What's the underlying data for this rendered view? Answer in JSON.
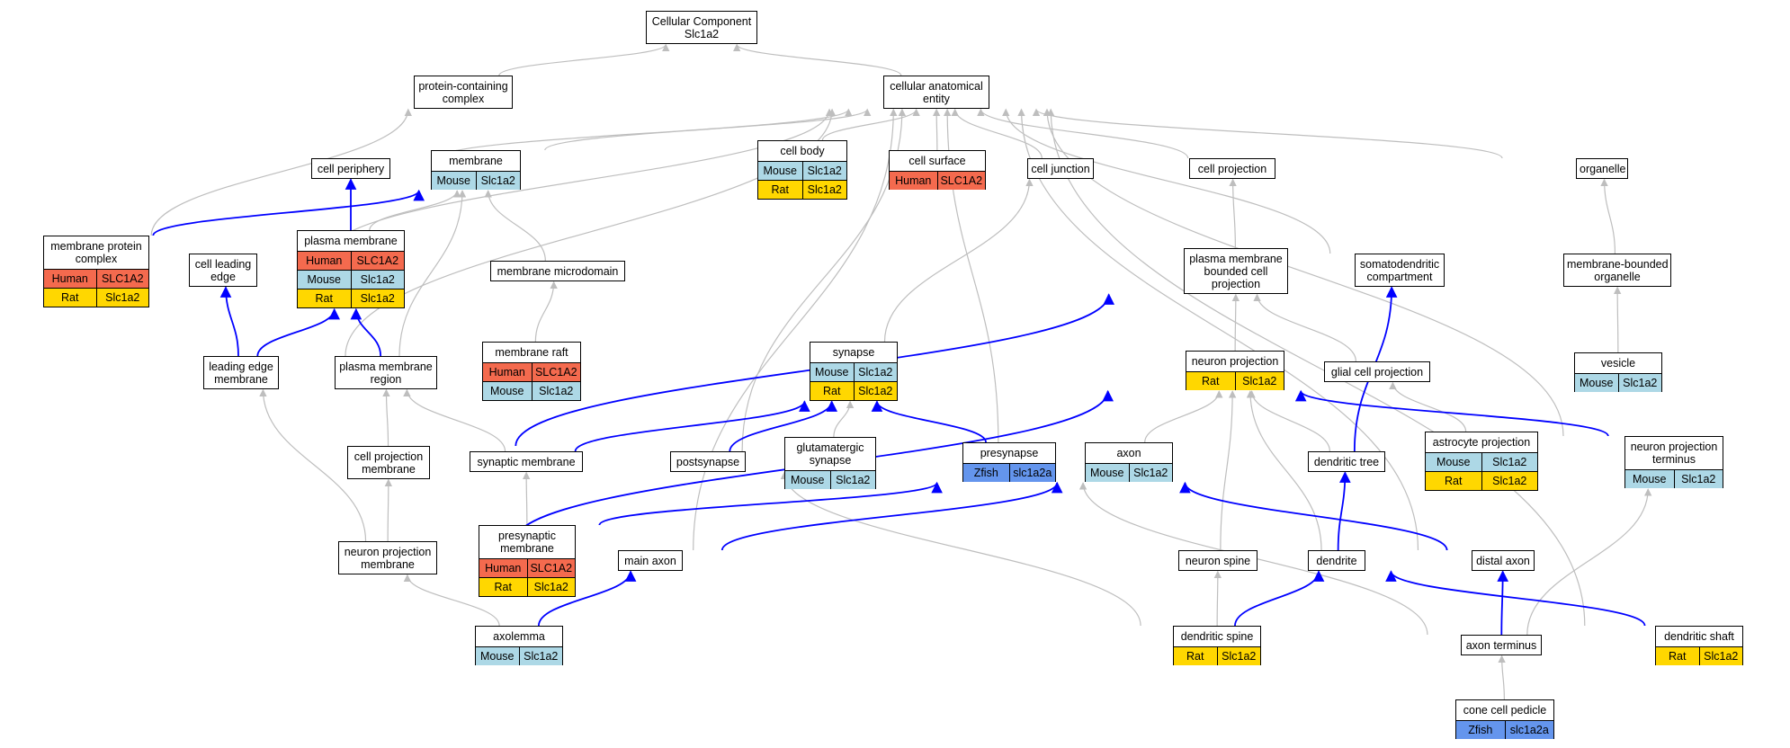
{
  "colors": {
    "Human": "#f46a4e",
    "Mouse": "#add8e6",
    "Rat": "#ffd700",
    "Zfish": "#6495ed",
    "edge_gray": "#bebebe",
    "edge_blue": "#0000ff"
  },
  "nodes": {
    "cc": {
      "lines": [
        "Cellular Component",
        "Slc1a2"
      ],
      "rows": []
    },
    "pcc": {
      "lines": [
        "protein-containing",
        "complex"
      ],
      "rows": []
    },
    "cae": {
      "lines": [
        "cellular anatomical",
        "entity"
      ],
      "rows": []
    },
    "cellperiph": {
      "lines": [
        "cell periphery"
      ],
      "rows": []
    },
    "membrane": {
      "lines": [
        "membrane"
      ],
      "rows": [
        [
          "Mouse",
          "Slc1a2"
        ]
      ]
    },
    "cellbody": {
      "lines": [
        "cell body"
      ],
      "rows": [
        [
          "Mouse",
          "Slc1a2"
        ],
        [
          "Rat",
          "Slc1a2"
        ]
      ]
    },
    "cellsurface": {
      "lines": [
        "cell surface"
      ],
      "rows": [
        [
          "Human",
          "SLC1A2"
        ]
      ]
    },
    "celljunction": {
      "lines": [
        "cell junction"
      ],
      "rows": []
    },
    "cellproj": {
      "lines": [
        "cell projection"
      ],
      "rows": []
    },
    "organelle": {
      "lines": [
        "organelle"
      ],
      "rows": []
    },
    "mpc": {
      "lines": [
        "membrane protein",
        "complex"
      ],
      "rows": [
        [
          "Human",
          "SLC1A2"
        ],
        [
          "Rat",
          "Slc1a2"
        ]
      ]
    },
    "cle": {
      "lines": [
        "cell leading",
        "edge"
      ],
      "rows": []
    },
    "pm": {
      "lines": [
        "plasma membrane"
      ],
      "rows": [
        [
          "Human",
          "SLC1A2"
        ],
        [
          "Mouse",
          "Slc1a2"
        ],
        [
          "Rat",
          "Slc1a2"
        ]
      ]
    },
    "mmd": {
      "lines": [
        "membrane microdomain"
      ],
      "rows": []
    },
    "pmbcp": {
      "lines": [
        "plasma membrane",
        "bounded cell",
        "projection"
      ],
      "rows": []
    },
    "sdc": {
      "lines": [
        "somatodendritic",
        "compartment"
      ],
      "rows": []
    },
    "mbo": {
      "lines": [
        "membrane-bounded",
        "organelle"
      ],
      "rows": []
    },
    "mraft": {
      "lines": [
        "membrane raft"
      ],
      "rows": [
        [
          "Human",
          "SLC1A2"
        ],
        [
          "Mouse",
          "Slc1a2"
        ]
      ]
    },
    "synapse": {
      "lines": [
        "synapse"
      ],
      "rows": [
        [
          "Mouse",
          "Slc1a2"
        ],
        [
          "Rat",
          "Slc1a2"
        ]
      ]
    },
    "nproj": {
      "lines": [
        "neuron projection"
      ],
      "rows": [
        [
          "Rat",
          "Slc1a2"
        ]
      ]
    },
    "glialproj": {
      "lines": [
        "glial cell projection"
      ],
      "rows": []
    },
    "vesicle": {
      "lines": [
        "vesicle"
      ],
      "rows": [
        [
          "Mouse",
          "Slc1a2"
        ]
      ]
    },
    "lem": {
      "lines": [
        "leading edge",
        "membrane"
      ],
      "rows": []
    },
    "pmr": {
      "lines": [
        "plasma membrane",
        "region"
      ],
      "rows": []
    },
    "glutsyn": {
      "lines": [
        "glutamatergic",
        "synapse"
      ],
      "rows": [
        [
          "Mouse",
          "Slc1a2"
        ]
      ]
    },
    "presyn": {
      "lines": [
        "presynapse"
      ],
      "rows": [
        [
          "Zfish",
          "slc1a2a"
        ]
      ]
    },
    "axon": {
      "lines": [
        "axon"
      ],
      "rows": [
        [
          "Mouse",
          "Slc1a2"
        ]
      ]
    },
    "astroproj": {
      "lines": [
        "astrocyte projection"
      ],
      "rows": [
        [
          "Mouse",
          "Slc1a2"
        ],
        [
          "Rat",
          "Slc1a2"
        ]
      ]
    },
    "npt": {
      "lines": [
        "neuron projection",
        "terminus"
      ],
      "rows": [
        [
          "Mouse",
          "Slc1a2"
        ]
      ]
    },
    "cpm": {
      "lines": [
        "cell projection",
        "membrane"
      ],
      "rows": []
    },
    "synmem": {
      "lines": [
        "synaptic membrane"
      ],
      "rows": []
    },
    "postsyn": {
      "lines": [
        "postsynapse"
      ],
      "rows": []
    },
    "dtree": {
      "lines": [
        "dendritic tree"
      ],
      "rows": []
    },
    "npm": {
      "lines": [
        "neuron projection",
        "membrane"
      ],
      "rows": []
    },
    "presynmem": {
      "lines": [
        "presynaptic",
        "membrane"
      ],
      "rows": [
        [
          "Human",
          "SLC1A2"
        ],
        [
          "Rat",
          "Slc1a2"
        ]
      ]
    },
    "mainaxon": {
      "lines": [
        "main axon"
      ],
      "rows": []
    },
    "nspine": {
      "lines": [
        "neuron spine"
      ],
      "rows": []
    },
    "dendrite": {
      "lines": [
        "dendrite"
      ],
      "rows": []
    },
    "distaxon": {
      "lines": [
        "distal axon"
      ],
      "rows": []
    },
    "axolemma": {
      "lines": [
        "axolemma"
      ],
      "rows": [
        [
          "Mouse",
          "Slc1a2"
        ]
      ]
    },
    "dspine": {
      "lines": [
        "dendritic spine"
      ],
      "rows": [
        [
          "Rat",
          "Slc1a2"
        ]
      ]
    },
    "axonterm": {
      "lines": [
        "axon terminus"
      ],
      "rows": []
    },
    "dshaft": {
      "lines": [
        "dendritic shaft"
      ],
      "rows": [
        [
          "Rat",
          "Slc1a2"
        ]
      ]
    },
    "conepedicle": {
      "lines": [
        "cone cell pedicle"
      ],
      "rows": [
        [
          "Zfish",
          "slc1a2a"
        ]
      ]
    }
  },
  "edges": [
    {
      "from": "pcc",
      "to": "cc",
      "color": "gray"
    },
    {
      "from": "cae",
      "to": "cc",
      "color": "gray"
    },
    {
      "from": "mpc",
      "to": "pcc",
      "color": "gray"
    },
    {
      "from": "cellperiph",
      "to": "cae",
      "color": "gray"
    },
    {
      "from": "membrane",
      "to": "cae",
      "color": "gray"
    },
    {
      "from": "cellbody",
      "to": "cae",
      "color": "gray"
    },
    {
      "from": "cellsurface",
      "to": "cae",
      "color": "gray"
    },
    {
      "from": "celljunction",
      "to": "cae",
      "color": "gray"
    },
    {
      "from": "cellproj",
      "to": "cae",
      "color": "gray"
    },
    {
      "from": "organelle",
      "to": "cae",
      "color": "gray"
    },
    {
      "from": "cle",
      "to": "cae",
      "color": "gray"
    },
    {
      "from": "lem",
      "to": "cae",
      "color": "gray"
    },
    {
      "from": "mainaxon",
      "to": "cae",
      "color": "gray"
    },
    {
      "from": "postsyn",
      "to": "cae",
      "color": "gray"
    },
    {
      "from": "presyn",
      "to": "cae",
      "color": "gray"
    },
    {
      "from": "sdc",
      "to": "cae",
      "color": "gray"
    },
    {
      "from": "distaxon",
      "to": "cae",
      "color": "gray"
    },
    {
      "from": "npt",
      "to": "cae",
      "color": "gray"
    },
    {
      "from": "dshaft",
      "to": "cae",
      "color": "gray"
    },
    {
      "from": "pm",
      "to": "membrane",
      "color": "gray"
    },
    {
      "from": "mmd",
      "to": "membrane",
      "color": "gray"
    },
    {
      "from": "pmr",
      "to": "membrane",
      "color": "gray"
    },
    {
      "from": "mraft",
      "to": "mmd",
      "color": "gray"
    },
    {
      "from": "synapse",
      "to": "celljunction",
      "color": "gray"
    },
    {
      "from": "pmbcp",
      "to": "cellproj",
      "color": "gray"
    },
    {
      "from": "mbo",
      "to": "organelle",
      "color": "gray"
    },
    {
      "from": "vesicle",
      "to": "mbo",
      "color": "gray"
    },
    {
      "from": "nproj",
      "to": "pmbcp",
      "color": "gray"
    },
    {
      "from": "glialproj",
      "to": "pmbcp",
      "color": "gray"
    },
    {
      "from": "astroproj",
      "to": "glialproj",
      "color": "gray"
    },
    {
      "from": "glutsyn",
      "to": "synapse",
      "color": "gray"
    },
    {
      "from": "cpm",
      "to": "pmr",
      "color": "gray"
    },
    {
      "from": "synmem",
      "to": "pmr",
      "color": "gray"
    },
    {
      "from": "npm",
      "to": "cpm",
      "color": "gray"
    },
    {
      "from": "npm",
      "to": "lem",
      "color": "gray"
    },
    {
      "from": "presynmem",
      "to": "synmem",
      "color": "gray"
    },
    {
      "from": "axolemma",
      "to": "npm",
      "color": "gray"
    },
    {
      "from": "axon",
      "to": "nproj",
      "color": "gray"
    },
    {
      "from": "dtree",
      "to": "nproj",
      "color": "gray"
    },
    {
      "from": "dendrite",
      "to": "nproj",
      "color": "gray"
    },
    {
      "from": "nspine",
      "to": "nproj",
      "color": "gray"
    },
    {
      "from": "dspine",
      "to": "nspine",
      "color": "gray"
    },
    {
      "from": "dspine",
      "to": "postsyn",
      "color": "gray"
    },
    {
      "from": "axonterm",
      "to": "presyn",
      "color": "gray"
    },
    {
      "from": "axonterm",
      "to": "npt",
      "color": "gray"
    },
    {
      "from": "conepedicle",
      "to": "axonterm",
      "color": "gray"
    },
    {
      "from": "pm",
      "to": "cellperiph",
      "color": "blue"
    },
    {
      "from": "mpc",
      "to": "membrane",
      "color": "blue"
    },
    {
      "from": "lem",
      "to": "cle",
      "color": "blue"
    },
    {
      "from": "lem",
      "to": "pm",
      "color": "blue"
    },
    {
      "from": "pmr",
      "to": "pm",
      "color": "blue"
    },
    {
      "from": "cpm",
      "to": "pmbcp",
      "color": "blue"
    },
    {
      "from": "synmem",
      "to": "synapse",
      "color": "blue"
    },
    {
      "from": "postsyn",
      "to": "synapse",
      "color": "blue"
    },
    {
      "from": "presyn",
      "to": "synapse",
      "color": "blue"
    },
    {
      "from": "npm",
      "to": "nproj",
      "color": "blue"
    },
    {
      "from": "presynmem",
      "to": "presyn",
      "color": "blue"
    },
    {
      "from": "mainaxon",
      "to": "axon",
      "color": "blue"
    },
    {
      "from": "distaxon",
      "to": "axon",
      "color": "blue"
    },
    {
      "from": "axolemma",
      "to": "mainaxon",
      "color": "blue"
    },
    {
      "from": "dtree",
      "to": "sdc",
      "color": "blue"
    },
    {
      "from": "npt",
      "to": "nproj",
      "color": "blue"
    },
    {
      "from": "dendrite",
      "to": "dtree",
      "color": "blue"
    },
    {
      "from": "dspine",
      "to": "dendrite",
      "color": "blue"
    },
    {
      "from": "dshaft",
      "to": "dendrite",
      "color": "blue"
    },
    {
      "from": "axonterm",
      "to": "distaxon",
      "color": "blue"
    }
  ]
}
